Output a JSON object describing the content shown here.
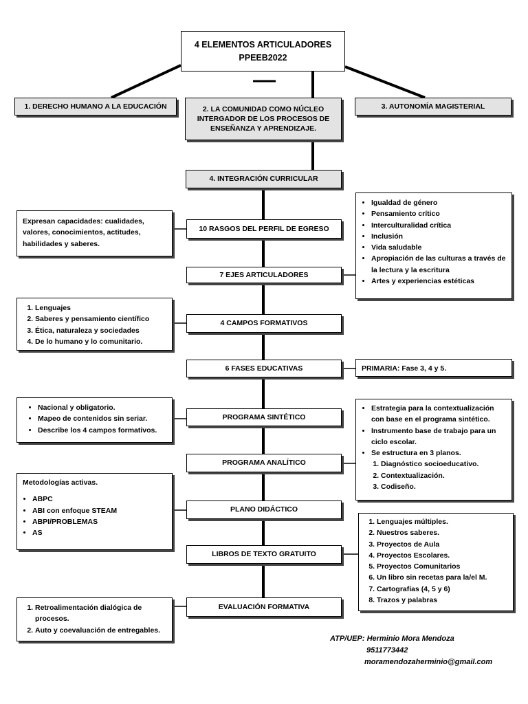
{
  "title": {
    "line1": "4 ELEMENTOS ARTICULADORES",
    "line2": "PPEEB2022"
  },
  "top_elements": [
    "1. DERECHO HUMANO A LA EDUCACIÓN",
    "2. LA COMUNIDAD COMO NÚCLEO INTERGADOR DE LOS PROCESOS DE ENSEÑANZA Y APRENDIZAJE.",
    "3. AUTONOMÍA MAGISTERIAL"
  ],
  "integration": "4. INTEGRACIÓN CURRICULAR",
  "spine": [
    "10 RASGOS DEL PERFIL DE EGRESO",
    "7 EJES ARTICULADORES",
    "4 CAMPOS FORMATIVOS",
    "6 FASES EDUCATIVAS",
    "PROGRAMA SINTÉTICO",
    "PROGRAMA ANALÍTICO",
    "PLANO DIDÁCTICO",
    "LIBROS DE TEXTO GRATUITO",
    "EVALUACIÓN FORMATIVA"
  ],
  "left_notes": {
    "rasgos": "Expresan capacidades: cualidades, valores, conocimientos, actitudes, habilidades y saberes.",
    "campos": [
      "Lenguajes",
      "Saberes y pensamiento científico",
      "Ética, naturaleza y sociedades",
      "De lo humano y lo comunitario."
    ],
    "sintetico": [
      "Nacional y obligatorio.",
      "Mapeo de contenidos sin seriar.",
      "Describe los 4 campos formativos."
    ],
    "metodologias": {
      "heading": "Metodologías activas.",
      "items": [
        "ABPC",
        "ABI con enfoque STEAM",
        "ABPI/PROBLEMAS",
        "AS"
      ]
    },
    "evaluacion": [
      "Retroalimentación dialógica de procesos.",
      "Auto y coevaluación de entregables."
    ]
  },
  "right_notes": {
    "ejes": [
      "Igualdad de género",
      "Pensamiento crítico",
      "Interculturalidad crítica",
      "Inclusión",
      "Vida saludable",
      "Apropiación de las culturas a través de la lectura y la escritura",
      "Artes y experiencias estéticas"
    ],
    "fases": "PRIMARIA: Fase 3, 4 y 5.",
    "analitico": {
      "items": [
        "Estrategia para la contextualización con base en el programa sintético.",
        "Instrumento base de trabajo para un ciclo escolar.",
        "Se estructura en 3 planos."
      ],
      "planos": [
        "Diagnóstico socioeducativo.",
        "Contextualización.",
        "Codiseño."
      ]
    },
    "libros": [
      "Lenguajes múltiples.",
      "Nuestros saberes.",
      "Proyectos de Aula",
      "Proyectos Escolares.",
      "Proyectos Comunitarios",
      "Un libro sin recetas para la/el M.",
      "Cartografías (4, 5 y 6)",
      "Trazos y palabras"
    ]
  },
  "footer": {
    "author": "ATP/UEP: Herminio Mora Mendoza",
    "phone": "9511773442",
    "email": "moramendozaherminio@gmail.com"
  }
}
